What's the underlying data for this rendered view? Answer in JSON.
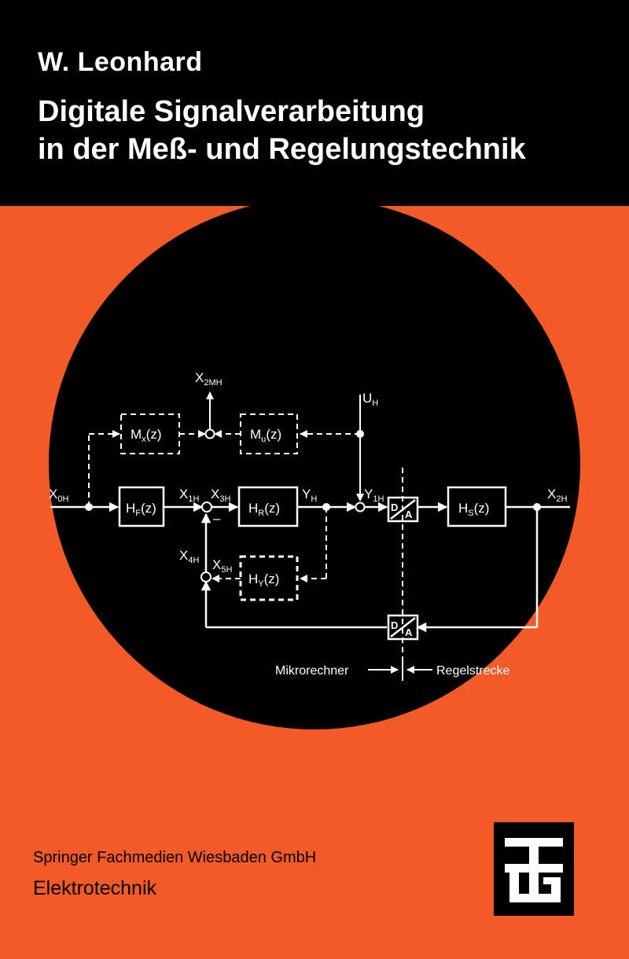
{
  "header": {
    "author": "W. Leonhard",
    "title_line1": "Digitale Signalverarbeitung",
    "title_line2": "in der Meß- und Regelungstechnik"
  },
  "diagram": {
    "labels": {
      "x0": "X",
      "x0_sub": "0H",
      "x1": "X",
      "x1_sub": "1H",
      "x3": "X",
      "x3_sub": "3H",
      "yh": "Y",
      "yh_sub": "H",
      "y1": "Y",
      "y1_sub": "1H",
      "x2": "X",
      "x2_sub": "2H",
      "x2m": "X",
      "x2m_sub": "2MH",
      "uh": "U",
      "uh_sub": "H",
      "x4": "X",
      "x4_sub": "4H",
      "x5": "X",
      "x5_sub": "5H",
      "minus": "–",
      "mikro": "Mikrorechner",
      "regel": "Regelstrecke"
    },
    "blocks": {
      "mx": "M",
      "mx_sub": "x",
      "mx_arg": "(z)",
      "mu": "M",
      "mu_sub": "u",
      "mu_arg": "(z)",
      "hf": "H",
      "hf_sub": "F",
      "hf_arg": "(z)",
      "hr": "H",
      "hr_sub": "R",
      "hr_arg": "(z)",
      "hy": "H",
      "hy_sub": "Y",
      "hy_arg": "(z)",
      "hs": "H",
      "hs_sub": "S",
      "hs_arg": "(z)",
      "da_d": "D",
      "da_a": "A",
      "ad_d": "D",
      "ad_a": "A"
    }
  },
  "footer": {
    "publisher": "Springer Fachmedien Wiesbaden GmbH",
    "series": "Elektrotechnik"
  },
  "colors": {
    "background": "#f25a28",
    "header": "#000000",
    "text_light": "#ffffff"
  },
  "icons": [
    "teubner-logo-icon"
  ]
}
